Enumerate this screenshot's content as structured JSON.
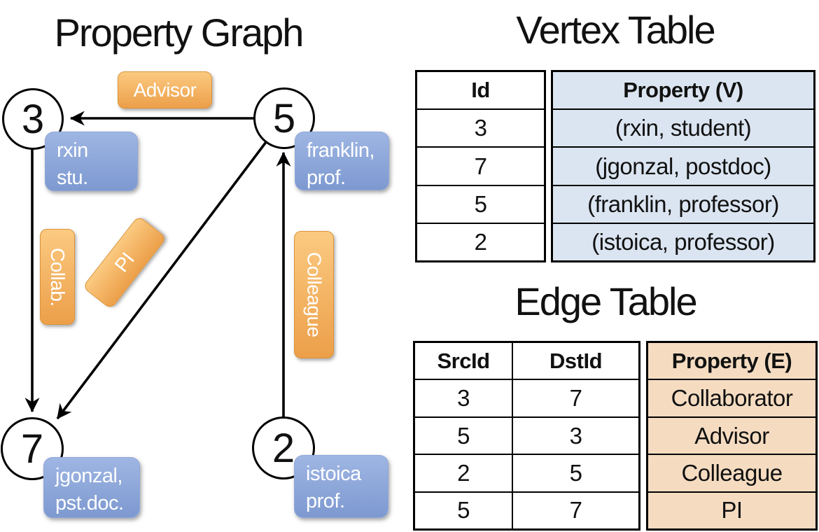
{
  "graph": {
    "title": "Property Graph",
    "vertices": [
      {
        "id": "3",
        "label_lines": [
          "rxin",
          "stu."
        ]
      },
      {
        "id": "5",
        "label_lines": [
          "franklin,",
          "prof."
        ]
      },
      {
        "id": "7",
        "label_lines": [
          "jgonzal,",
          "pst.doc."
        ]
      },
      {
        "id": "2",
        "label_lines": [
          "istoica",
          "prof."
        ]
      }
    ],
    "edge_labels": {
      "advisor": "Advisor",
      "collab": "Collab.",
      "pi": "PI",
      "colleague": "Colleague"
    }
  },
  "vertex_table": {
    "title": "Vertex Table",
    "columns": [
      "Id",
      "Property (V)"
    ],
    "rows": [
      [
        "3",
        "(rxin, student)"
      ],
      [
        "7",
        "(jgonzal, postdoc)"
      ],
      [
        "5",
        "(franklin, professor)"
      ],
      [
        "2",
        "(istoica, professor)"
      ]
    ]
  },
  "edge_table": {
    "title": "Edge Table",
    "columns": [
      "SrcId",
      "DstId",
      "Property (E)"
    ],
    "rows": [
      [
        "3",
        "7",
        "Collaborator"
      ],
      [
        "5",
        "3",
        "Advisor"
      ],
      [
        "2",
        "5",
        "Colleague"
      ],
      [
        "5",
        "7",
        "PI"
      ]
    ]
  },
  "colors": {
    "edge_label_gradient_top": "#fbca81",
    "edge_label_gradient_bottom": "#ec9f49",
    "vertex_label_gradient_top": "#9fb6e3",
    "vertex_label_gradient_bottom": "#7d99d0",
    "vertex_table_fill": "#dbe5f1",
    "edge_table_fill": "#f5dcc1",
    "line_color": "#000000"
  }
}
